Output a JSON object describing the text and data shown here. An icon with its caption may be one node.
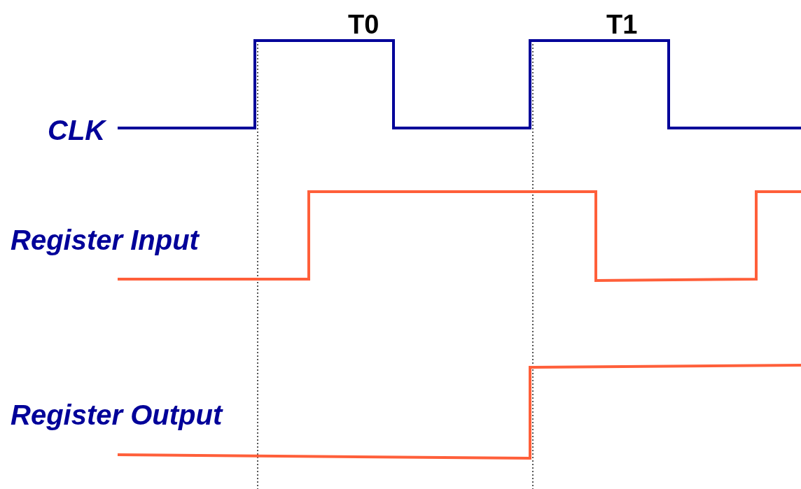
{
  "diagram": {
    "labels": [
      "T0",
      "T1",
      "CLK",
      "Register Input",
      "Register Output"
    ]
  }
}
